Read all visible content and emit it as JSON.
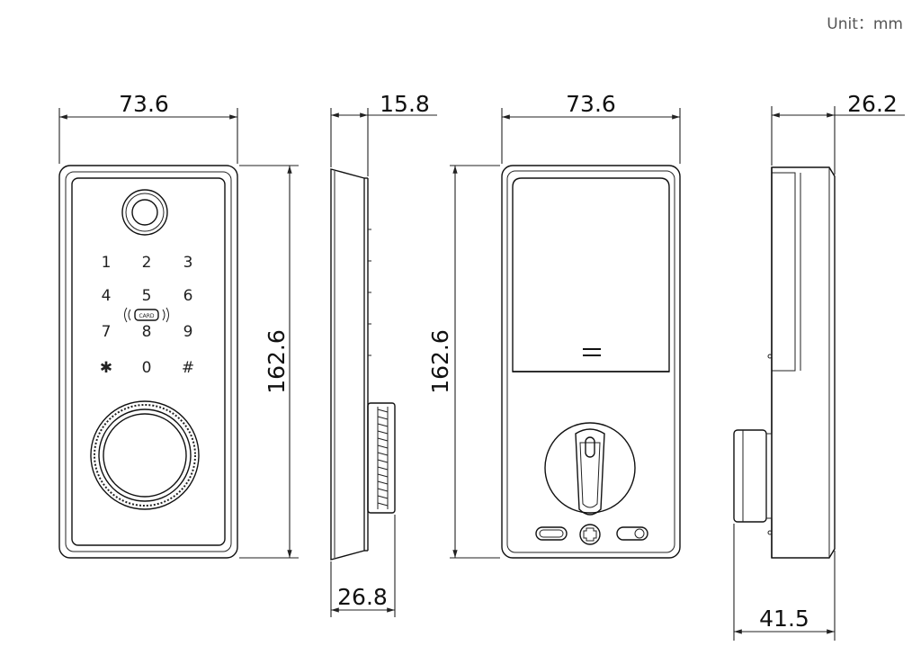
{
  "unit_label": "Unit：mm",
  "front_view": {
    "width_dim": "73.6",
    "height_dim": "162.6",
    "keypad": [
      "1",
      "2",
      "3",
      "4",
      "5",
      "6",
      "7",
      "8",
      "9",
      "✱",
      "0",
      "#"
    ],
    "card_badge": "CARD"
  },
  "side_view_left": {
    "top_dim": "15.8",
    "bottom_dim": "26.8"
  },
  "back_view": {
    "width_dim": "73.6",
    "height_dim": "162.6"
  },
  "side_view_right": {
    "top_dim": "26.2",
    "bottom_dim": "41.5"
  }
}
